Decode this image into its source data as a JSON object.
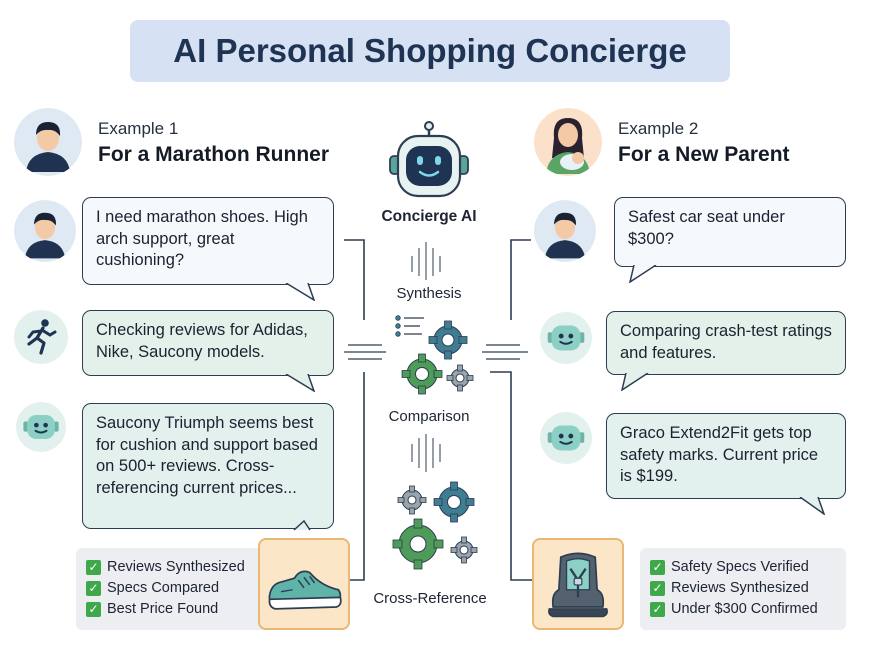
{
  "title": "AI Personal Shopping Concierge",
  "concierge": {
    "name": "Concierge AI",
    "stages": [
      "Synthesis",
      "Comparison",
      "Cross-Reference"
    ]
  },
  "example1": {
    "label": "Example 1",
    "title": "For a Marathon Runner",
    "messages": {
      "user": "I need marathon shoes. High arch support, great cushioning?",
      "searching": "Checking reviews for Adidas, Nike, Saucony models.",
      "result": "Saucony Triumph seems best for cushion and support based on 500+ reviews. Cross-referencing current prices..."
    },
    "checklist": [
      "Reviews Synthesized",
      "Specs Compared",
      "Best Price Found"
    ],
    "product_icon": "running-shoe-icon"
  },
  "example2": {
    "label": "Example 2",
    "title": "For a New Parent",
    "messages": {
      "user": "Safest car seat under $300?",
      "searching": "Comparing crash-test ratings and features.",
      "result": "Graco Extend2Fit gets top safety marks. Current price is $199."
    },
    "checklist": [
      "Safety Specs Verified",
      "Reviews Synthesized",
      "Under $300 Confirmed"
    ],
    "product_icon": "car-seat-icon"
  },
  "colors": {
    "title_bg": "#d6e2f4",
    "bubble_border": "#2d3d52",
    "check_green": "#3ea84a",
    "gear_teal": "#3f7d93",
    "gear_green": "#4e9c58",
    "product_bg": "#fce6c8"
  }
}
